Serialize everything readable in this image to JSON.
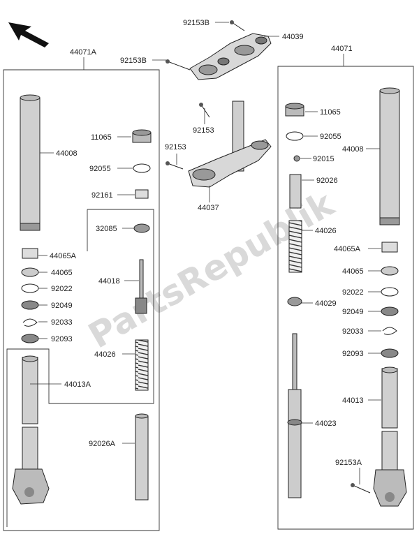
{
  "watermark": "PartsRepublik",
  "direction_arrow": "arrow-icon",
  "labels": {
    "top_bolt_a": "92153B",
    "top_bolt_b": "92153B",
    "upper_bracket": "44039",
    "left_assembly": "44071A",
    "right_assembly": "44071",
    "stem_bolt_a": "92153",
    "stem_bolt_b": "92153",
    "lower_bracket": "44037",
    "l_cap": "11065",
    "l_oring": "92055",
    "l_collar": "92161",
    "l_seal_small": "32085",
    "l_rod": "44018",
    "l_spring": "44026",
    "l_pipe": "92026A",
    "l_tube": "44008",
    "l_bush_a": "44065A",
    "l_bush": "44065",
    "l_washer": "92022",
    "l_oilseal": "92049",
    "l_clip": "92033",
    "l_dustseal": "92093",
    "l_outer": "44013A",
    "r_cap": "11065",
    "r_oring": "92055",
    "r_nut": "92015",
    "r_pipe": "92026",
    "r_tube": "44008",
    "r_spring": "44026",
    "r_bush_a": "44065A",
    "r_bush": "44065",
    "r_seat": "44029",
    "r_washer": "92022",
    "r_oilseal": "92049",
    "r_clip": "92033",
    "r_dustseal": "92093",
    "r_outer": "44013",
    "r_cylinder": "44023",
    "r_bolt": "92153A"
  }
}
